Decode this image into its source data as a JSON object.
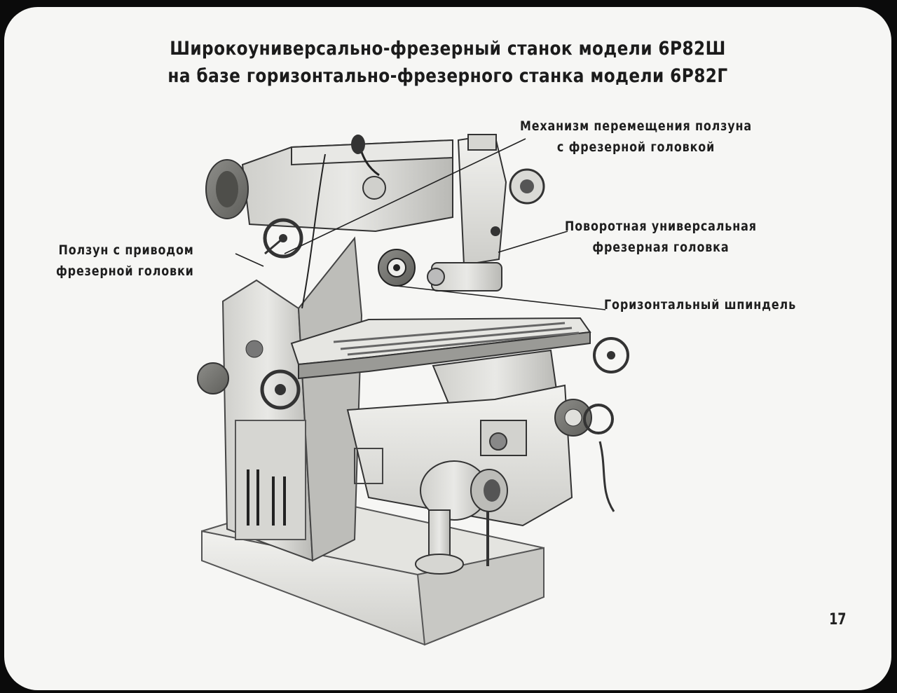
{
  "slide": {
    "title_line1": "Широкоуниверсально-фрезерный станок модели 6Р82Ш",
    "title_line2": "на базе горизонтально-фрезерного станка модели 6Р82Г",
    "page_number": "17"
  },
  "callouts": {
    "mechanism_line1": "Механизм перемещения ползуна",
    "mechanism_line2": "с фрезерной головкой",
    "rotary_head_line1": "Поворотная универсальная",
    "rotary_head_line2": "фрезерная головка",
    "spindle": "Горизонтальный шпиндель",
    "ram_line1": "Ползун с приводом",
    "ram_line2": "фрезерной головки"
  }
}
